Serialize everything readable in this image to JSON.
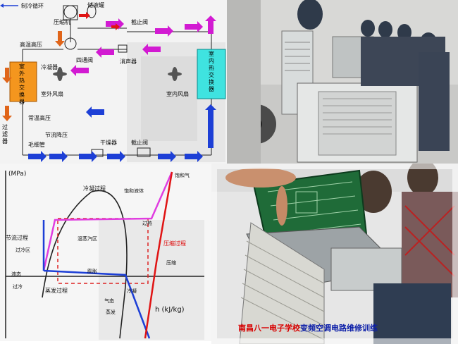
{
  "diagram": {
    "legend_circulation": "制冷循环",
    "compressor": "压缩机",
    "oil_separator": "储液罐",
    "check_valve_top": "截止阀",
    "four_way_valve": "四通阀",
    "muffler": "消声器",
    "high_temp_high_pressure": "高温高压",
    "outdoor_exchanger": "室外热交换器",
    "cooling_fan": "冷凝器",
    "outdoor_fan": "室外风扇",
    "indoor_fan": "室内风扇",
    "normal_temp_high_pressure": "常温高压",
    "throttle_low_pressure": "节流降压",
    "capillary": "毛细管",
    "filter": "干燥器",
    "check_valve_bottom": "截止阀",
    "indoor_exchanger": "室内热交换器",
    "filter_left": "过滤器"
  },
  "ph_chart": {
    "y_axis": "(MPa)",
    "x_axis": "h (kJ/kg)",
    "condense_process": "冷凝过程",
    "throttle_process": "节流过程",
    "evaporate_process": "蒸发过程",
    "compress_process": "压缩过程",
    "saturated_liquid": "饱和液体",
    "saturated_vapor": "饱和气",
    "superheated": "过热",
    "sub_cooled": "过冷区",
    "two_phase": "湿蒸汽区",
    "label_small_1": "液态",
    "label_small_2": "气态",
    "label_small_3": "压缩",
    "label_small_4": "过冷",
    "label_small_5": "冷凝",
    "label_small_6": "蒸发",
    "label_small_7": "膨胀"
  },
  "caption": {
    "part1": "南昌八一电子学校",
    "part2": "变频空调电路维修训练"
  },
  "colors": {
    "magenta": "#d21ad2",
    "blue": "#1d3fd6",
    "orange": "#e07b16",
    "red": "#e01414",
    "cyan": "#22d3d3",
    "caption_red": "#d80000",
    "caption_blue": "#0b1ea8"
  }
}
